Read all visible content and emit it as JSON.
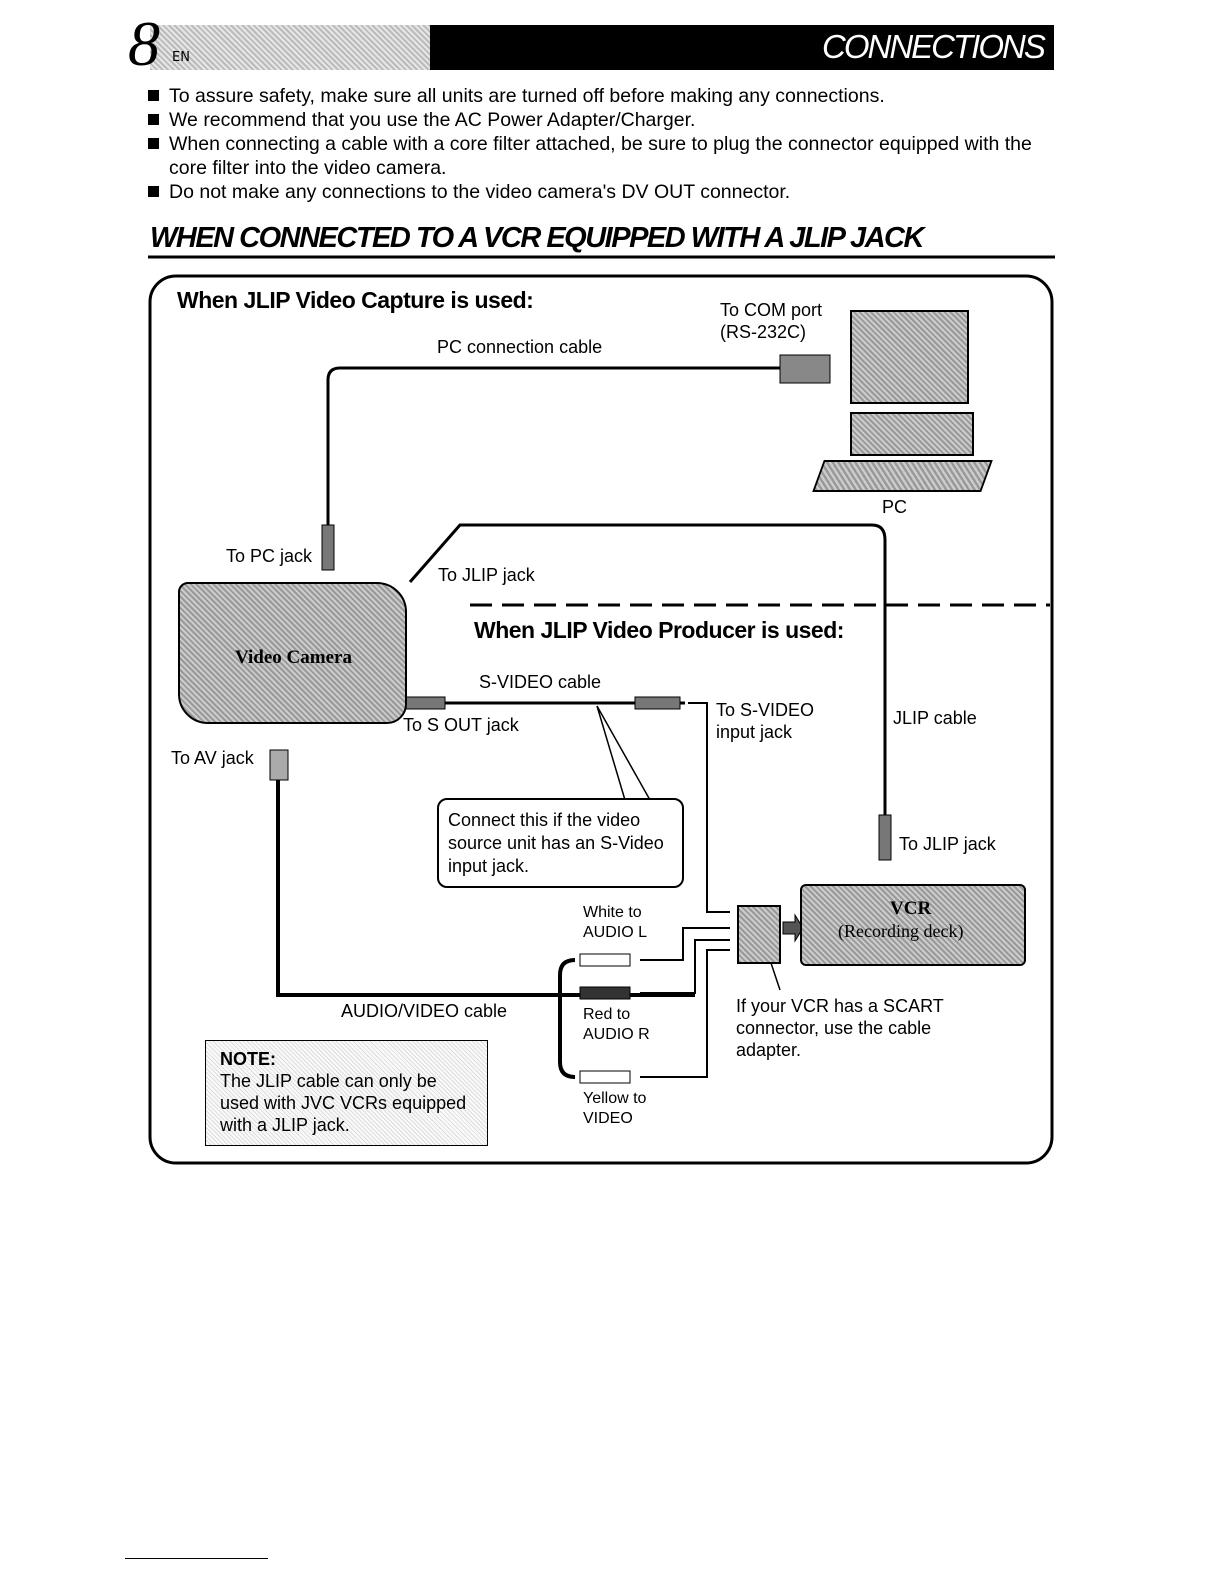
{
  "header": {
    "page_number": "8",
    "language": "EN",
    "title": "CONNECTIONS"
  },
  "bullets": [
    "To assure safety, make sure all units are turned off before making any connections.",
    "We recommend that you use the AC Power Adapter/Charger.",
    "When connecting a cable with a core filter attached, be sure to plug the connector equipped with the core filter into the video camera.",
    "Do not make any connections to the video camera's DV OUT connector."
  ],
  "section_heading": "WHEN CONNECTED TO A VCR EQUIPPED WITH A JLIP JACK",
  "diagram": {
    "capture_title": "When JLIP Video Capture is used:",
    "producer_title": "When JLIP Video Producer is used:",
    "com_port_1": "To COM port",
    "com_port_2": "(RS-232C)",
    "pc_cable": "PC connection cable",
    "pc": "PC",
    "to_pc_jack": "To PC jack",
    "to_jlip_jack_cam": "To JLIP jack",
    "camera": "Video Camera",
    "svideo_cable": "S-VIDEO cable",
    "to_s_out": "To S OUT jack",
    "to_svideo_1": "To S-VIDEO",
    "to_svideo_2": "input jack",
    "jlip_cable": "JLIP cable",
    "to_av_jack": "To AV jack",
    "callout": [
      "Connect this if the video",
      "source unit has an S-Video",
      "input jack."
    ],
    "to_jlip_jack_vcr": "To JLIP jack",
    "vcr_1": "VCR",
    "vcr_2": "(Recording deck)",
    "white_1": "White to",
    "white_2": "AUDIO L",
    "red_1": "Red to",
    "red_2": "AUDIO R",
    "yellow_1": "Yellow to",
    "yellow_2": "VIDEO",
    "av_cable": "AUDIO/VIDEO cable",
    "scart": [
      "If your VCR has a SCART",
      "connector, use the cable",
      "adapter."
    ],
    "note_title": "NOTE:",
    "note": [
      "The JLIP cable can only be",
      "used with JVC VCRs equipped",
      "with a JLIP jack."
    ]
  }
}
